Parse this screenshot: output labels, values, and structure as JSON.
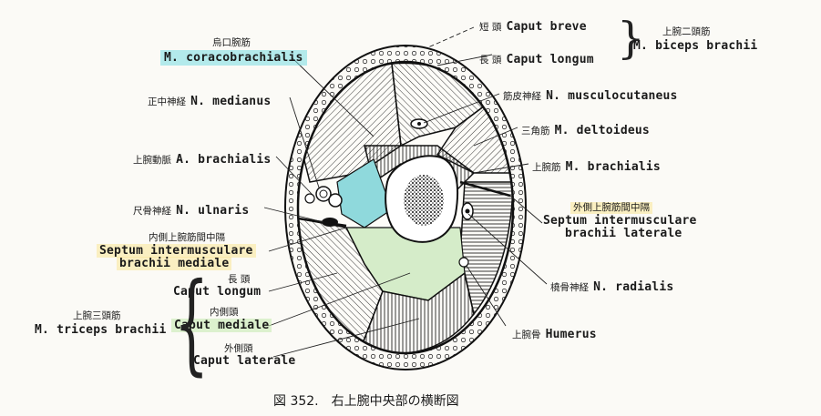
{
  "labels": {
    "caput_breve_jp": "短 頭",
    "caput_breve": "Caput breve",
    "caput_longum_jp": "長 頭",
    "caput_longum": "Caput longum",
    "biceps_jp": "上腕二頭筋",
    "biceps": "M. biceps brachii",
    "coraco_jp": "烏口腕筋",
    "coraco": "M. coracobrachialis",
    "medianus_jp": "正中神経",
    "medianus": "N. medianus",
    "musculocut_jp": "筋皮神経",
    "musculocut": "N. musculocutaneus",
    "deltoid_jp": "三角筋",
    "deltoid": "M. deltoideus",
    "brachialis_a_jp": "上腕動脈",
    "brachialis_a": "A. brachialis",
    "brachialis_m_jp": "上腕筋",
    "brachialis_m": "M. brachialis",
    "ulnaris_jp": "尺骨神経",
    "ulnaris": "N. ulnaris",
    "sept_lat_jp": "外側上腕筋間中隔",
    "sept_lat_1": "Septum intermusculare",
    "sept_lat_2": "brachii laterale",
    "sept_med_jp": "内側上腕筋間中隔",
    "sept_med_1": "Septum intermusculare",
    "sept_med_2": "brachii mediale",
    "tri_long_jp": "長 頭",
    "tri_long": "Caput longum",
    "tri_med_jp": "内側頭",
    "tri_med": "Caput mediale",
    "tri_lat_jp": "外側頭",
    "tri_lat": "Caput laterale",
    "triceps_jp": "上腕三頭筋",
    "triceps": "M. triceps brachii",
    "radialis_jp": "橈骨神経",
    "radialis": "N. radialis",
    "humerus_jp": "上腕骨",
    "humerus": "Humerus"
  },
  "caption": "図 352.　右上腕中央部の横断図",
  "colors": {
    "ink": "#1a1a1a",
    "cyan_highlight": "#78dce1",
    "yellow_highlight": "#fae696",
    "green_highlight": "#c8ebb4",
    "paper": "#fbfaf6"
  }
}
